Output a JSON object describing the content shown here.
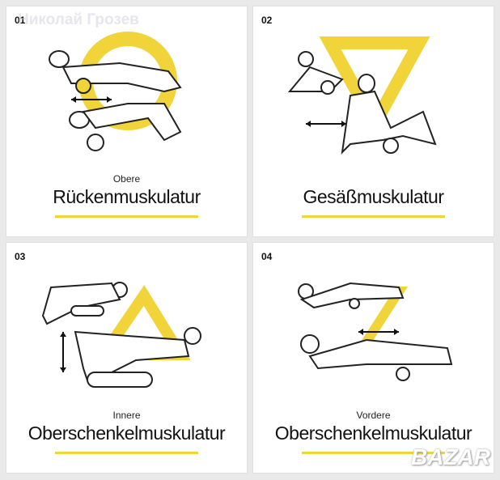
{
  "panels": [
    {
      "number": "01",
      "subtitle": "Obere",
      "title": "Rückenmuskulatur",
      "shape": "circle"
    },
    {
      "number": "02",
      "subtitle": "",
      "title": "Gesäßmuskulatur",
      "shape": "triangle-down"
    },
    {
      "number": "03",
      "subtitle": "Innere",
      "title": "Oberschenkelmuskulatur",
      "shape": "triangle-up"
    },
    {
      "number": "04",
      "subtitle": "Vordere",
      "title": "Oberschenkelmuskulatur",
      "shape": "z"
    }
  ],
  "watermark": "Николай Грозев",
  "logo": "BAZAR",
  "colors": {
    "accent": "#f0d43a",
    "background": "#e9e9e9"
  }
}
